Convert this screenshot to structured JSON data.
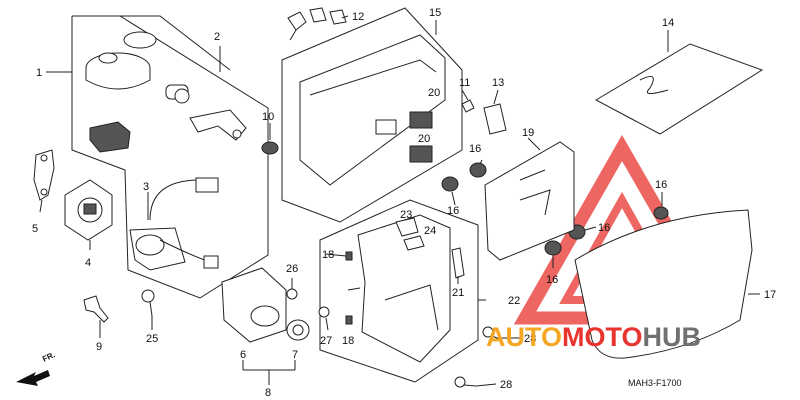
{
  "callouts": [
    {
      "id": "c1",
      "text": "1"
    },
    {
      "id": "c2",
      "text": "2"
    },
    {
      "id": "c3",
      "text": "3"
    },
    {
      "id": "c4",
      "text": "4"
    },
    {
      "id": "c5",
      "text": "5"
    },
    {
      "id": "c6",
      "text": "6"
    },
    {
      "id": "c7",
      "text": "7"
    },
    {
      "id": "c8",
      "text": "8"
    },
    {
      "id": "c9",
      "text": "9"
    },
    {
      "id": "c10",
      "text": "10"
    },
    {
      "id": "c11",
      "text": "11"
    },
    {
      "id": "c12",
      "text": "12"
    },
    {
      "id": "c13",
      "text": "13"
    },
    {
      "id": "c14",
      "text": "14"
    },
    {
      "id": "c15",
      "text": "15"
    },
    {
      "id": "c16a",
      "text": "16"
    },
    {
      "id": "c16b",
      "text": "16"
    },
    {
      "id": "c16c",
      "text": "16"
    },
    {
      "id": "c16d",
      "text": "16"
    },
    {
      "id": "c16e",
      "text": "16"
    },
    {
      "id": "c17",
      "text": "17"
    },
    {
      "id": "c18a",
      "text": "18"
    },
    {
      "id": "c18b",
      "text": "18"
    },
    {
      "id": "c19",
      "text": "19"
    },
    {
      "id": "c20a",
      "text": "20"
    },
    {
      "id": "c20b",
      "text": "20"
    },
    {
      "id": "c21",
      "text": "21"
    },
    {
      "id": "c22",
      "text": "22"
    },
    {
      "id": "c23",
      "text": "23"
    },
    {
      "id": "c24",
      "text": "24"
    },
    {
      "id": "c25",
      "text": "25"
    },
    {
      "id": "c26",
      "text": "26"
    },
    {
      "id": "c27",
      "text": "27"
    },
    {
      "id": "c28a",
      "text": "28"
    },
    {
      "id": "c28b",
      "text": "28"
    }
  ],
  "diagram_code": "MAH3-F1700",
  "direction_label": "FR.",
  "watermark": {
    "part1": "AUTO",
    "part2": "MOTO",
    "part3": "HUB",
    "color_red": "#e8332e",
    "color_orange": "#f5a623",
    "color_gray": "#707070"
  }
}
